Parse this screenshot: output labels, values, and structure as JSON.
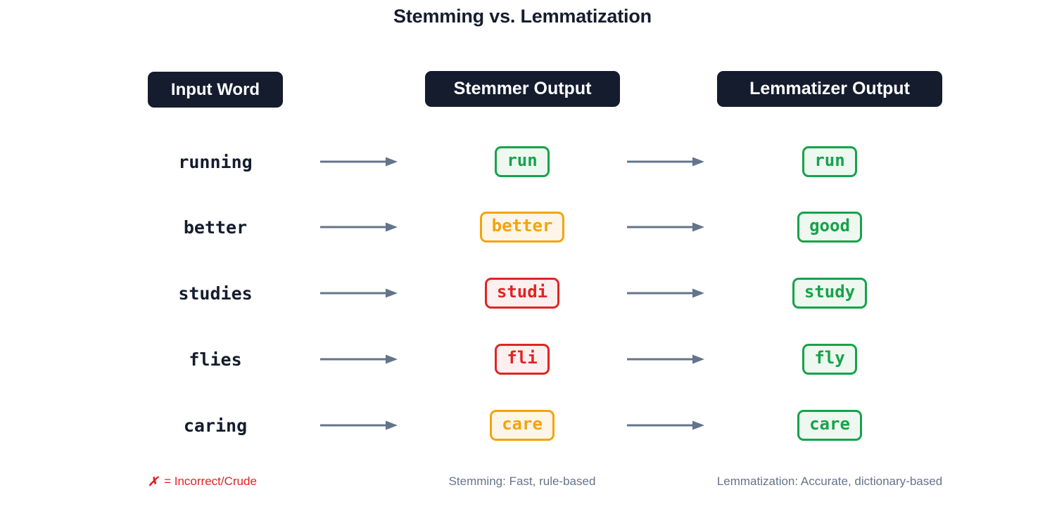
{
  "title": "Stemming vs. Lemmatization",
  "columns": {
    "input_header": "Input Word",
    "stemmer_header": "Stemmer Output",
    "lemmatizer_header": "Lemmatizer Output"
  },
  "colors": {
    "header_bg": "#141c2e",
    "header_text": "#ffffff",
    "correct": "#16a34a",
    "partial": "#f5a30a",
    "incorrect": "#e02424",
    "arrow": "#64748b",
    "note_text": "#64748b",
    "title_text": "#151d2e"
  },
  "icons": {
    "arrow": "arrow-right-icon",
    "cross": "✗"
  },
  "rows": [
    {
      "input": "running",
      "stemmer": {
        "text": "run",
        "status": "good"
      },
      "lemmatizer": {
        "text": "run",
        "status": "good"
      }
    },
    {
      "input": "better",
      "stemmer": {
        "text": "better",
        "status": "warn"
      },
      "lemmatizer": {
        "text": "good",
        "status": "good"
      }
    },
    {
      "input": "studies",
      "stemmer": {
        "text": "studi",
        "status": "bad"
      },
      "lemmatizer": {
        "text": "study",
        "status": "good"
      }
    },
    {
      "input": "flies",
      "stemmer": {
        "text": "fli",
        "status": "bad"
      },
      "lemmatizer": {
        "text": "fly",
        "status": "good"
      }
    },
    {
      "input": "caring",
      "stemmer": {
        "text": "care",
        "status": "warn"
      },
      "lemmatizer": {
        "text": "care",
        "status": "good"
      }
    }
  ],
  "footer": {
    "legend_symbol": "✗",
    "legend_text": "= Incorrect/Crude",
    "stemming_note": "Stemming: Fast, rule-based",
    "lemmatization_note": "Lemmatization: Accurate, dictionary-based"
  }
}
